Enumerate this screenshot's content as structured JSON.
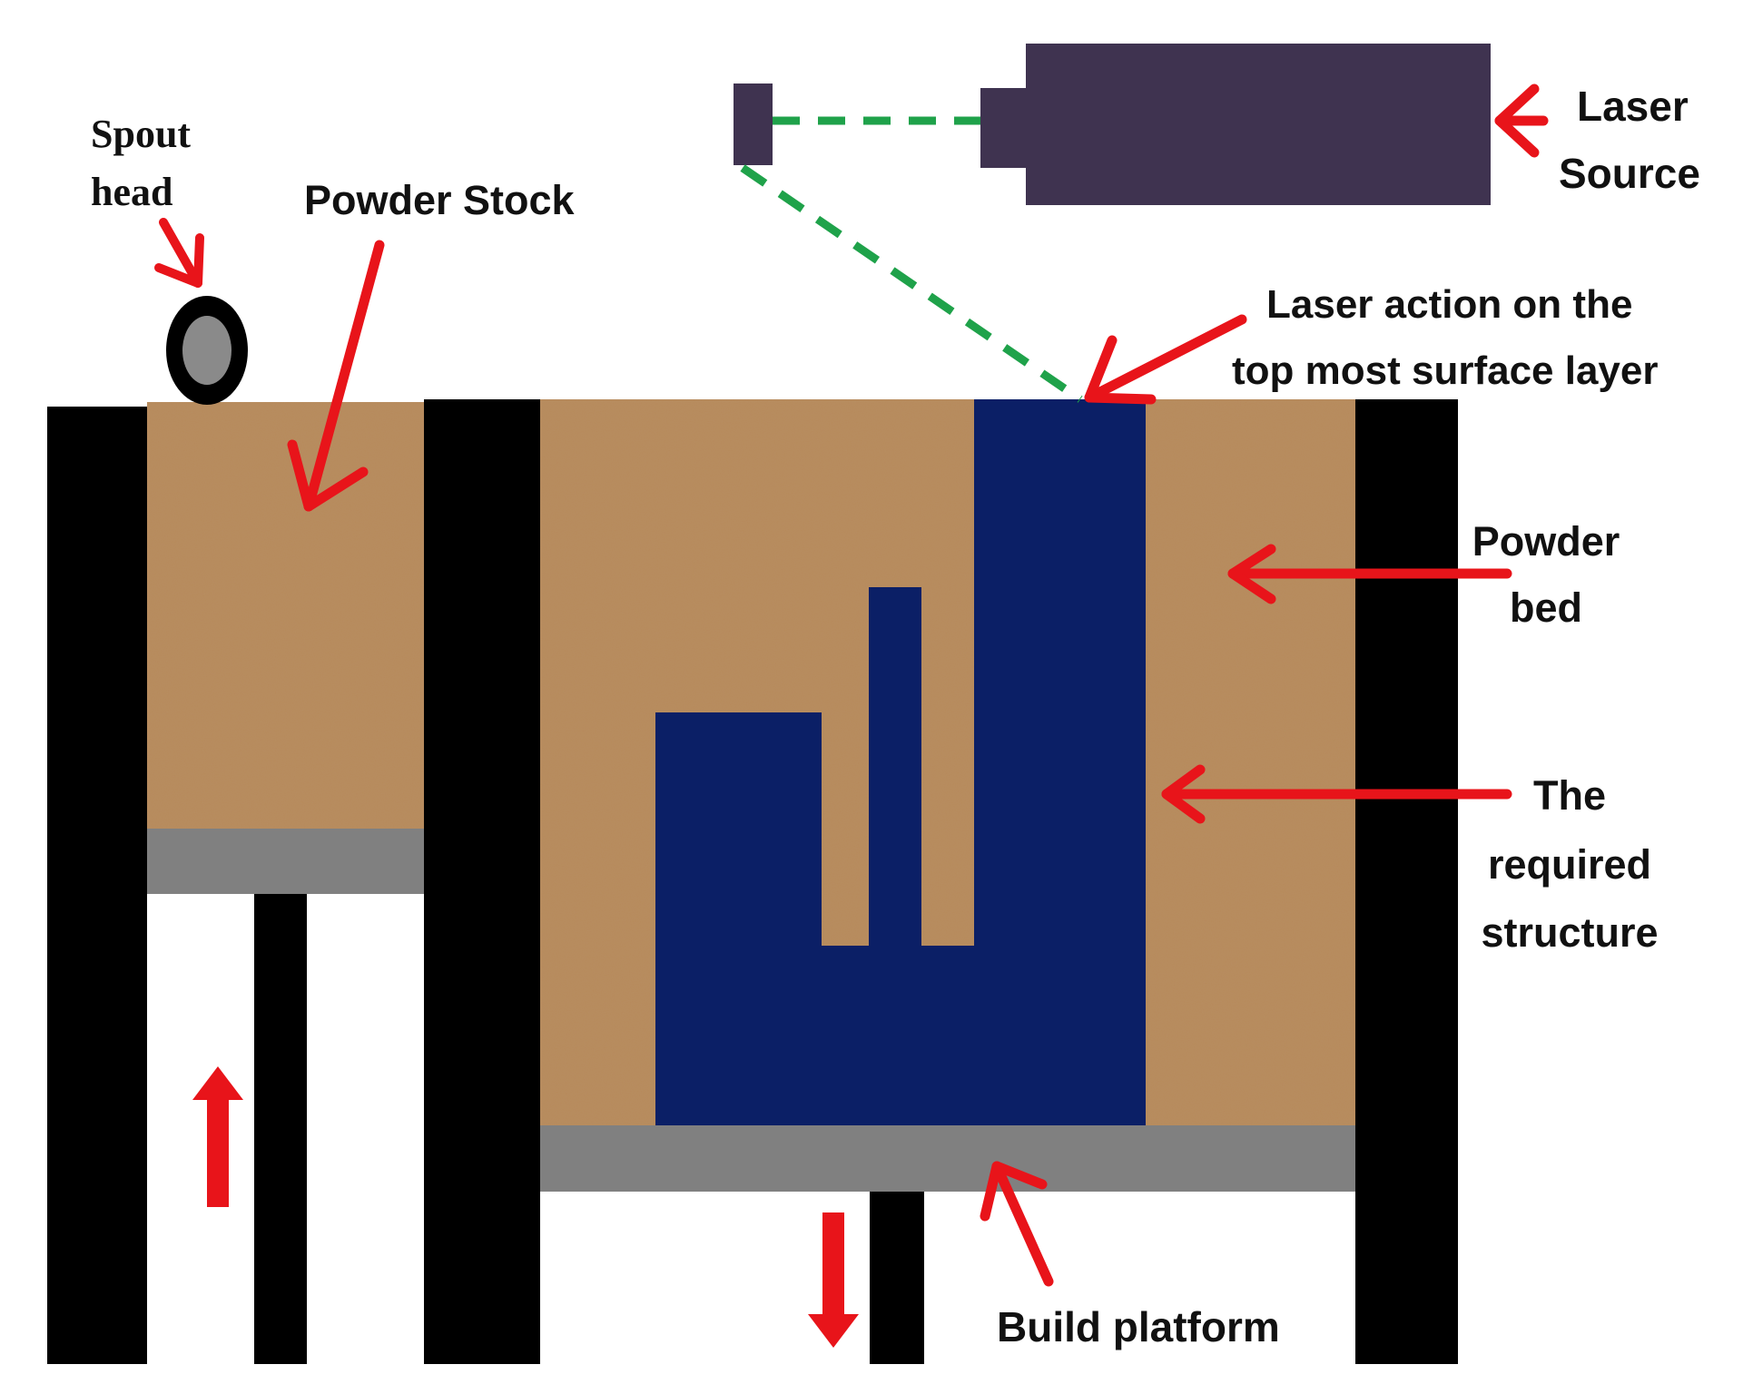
{
  "colors": {
    "wall": "#000000",
    "powder": "#b88a5c",
    "piston_plate": "#808080",
    "structure": "#0b1f66",
    "laser_device": "#3f3350",
    "laser_beam": "#1fa24a",
    "arrow": "#e8141a",
    "spout_ring": "#000000",
    "spout_center": "#8a8a8a"
  },
  "icons": [
    "spout-head-icon",
    "laser-source-icon",
    "mirror-icon",
    "up-arrow-icon",
    "down-arrow-icon"
  ],
  "labels": {
    "spout": [
      "Spout",
      "head"
    ],
    "powder_stock": "Powder Stock",
    "laser_source": [
      "Laser",
      "Source"
    ],
    "laser_action": [
      "Laser action on the",
      "top most surface layer"
    ],
    "powder_bed": [
      "Powder",
      "bed"
    ],
    "required_structure": [
      "The",
      "required",
      "structure"
    ],
    "build_platform": "Build platform"
  }
}
